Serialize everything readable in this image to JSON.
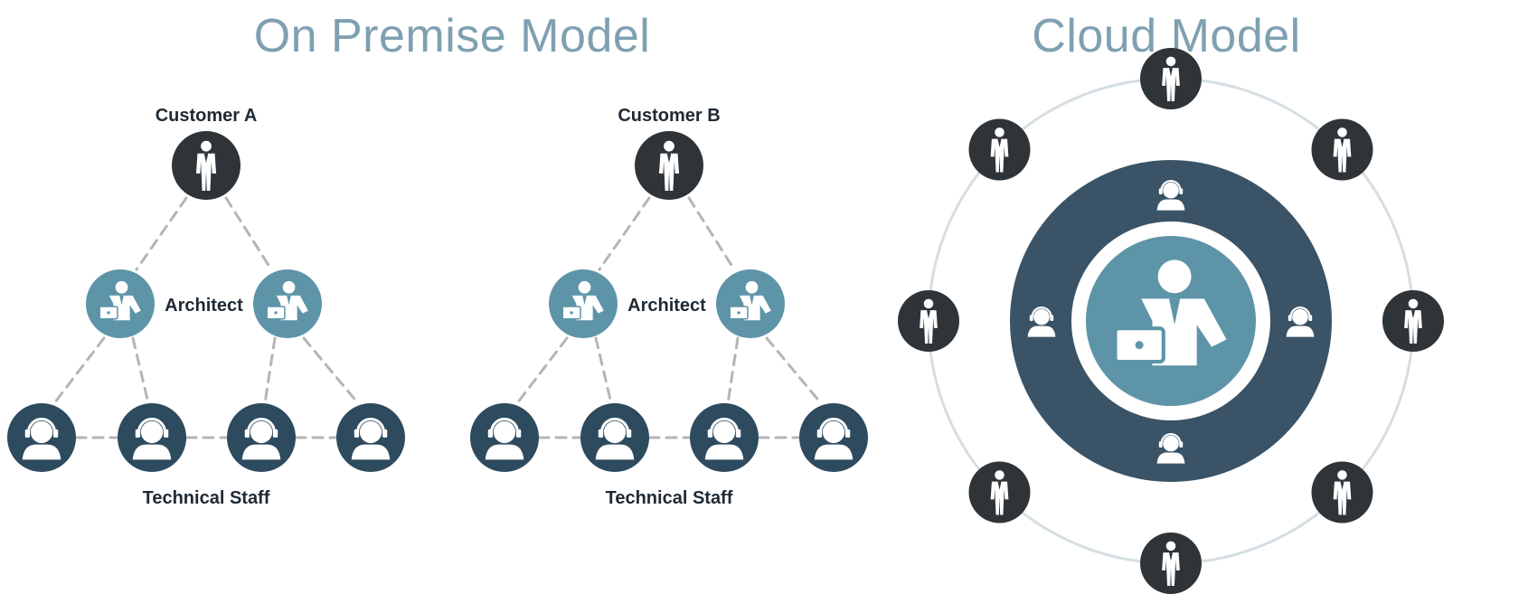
{
  "titles": {
    "on_premise": "On Premise Model",
    "cloud": "Cloud Model"
  },
  "on_premise_groups": [
    {
      "customer_label": "Customer A",
      "architect_label": "Architect",
      "staff_label": "Technical Staff"
    },
    {
      "customer_label": "Customer B",
      "architect_label": "Architect",
      "staff_label": "Technical Staff"
    }
  ],
  "colors": {
    "customer": "#2f3438",
    "architect": "#5e94a8",
    "staff": "#2e4a5e",
    "cloud_ring": "#3a5366",
    "cloud_core": "#5e94a8",
    "connector": "#b5b5b5",
    "orbit": "#d5dfe3"
  },
  "icons": {
    "customer": "person-icon",
    "architect": "architect-laptop-icon",
    "staff": "headset-agent-icon"
  }
}
